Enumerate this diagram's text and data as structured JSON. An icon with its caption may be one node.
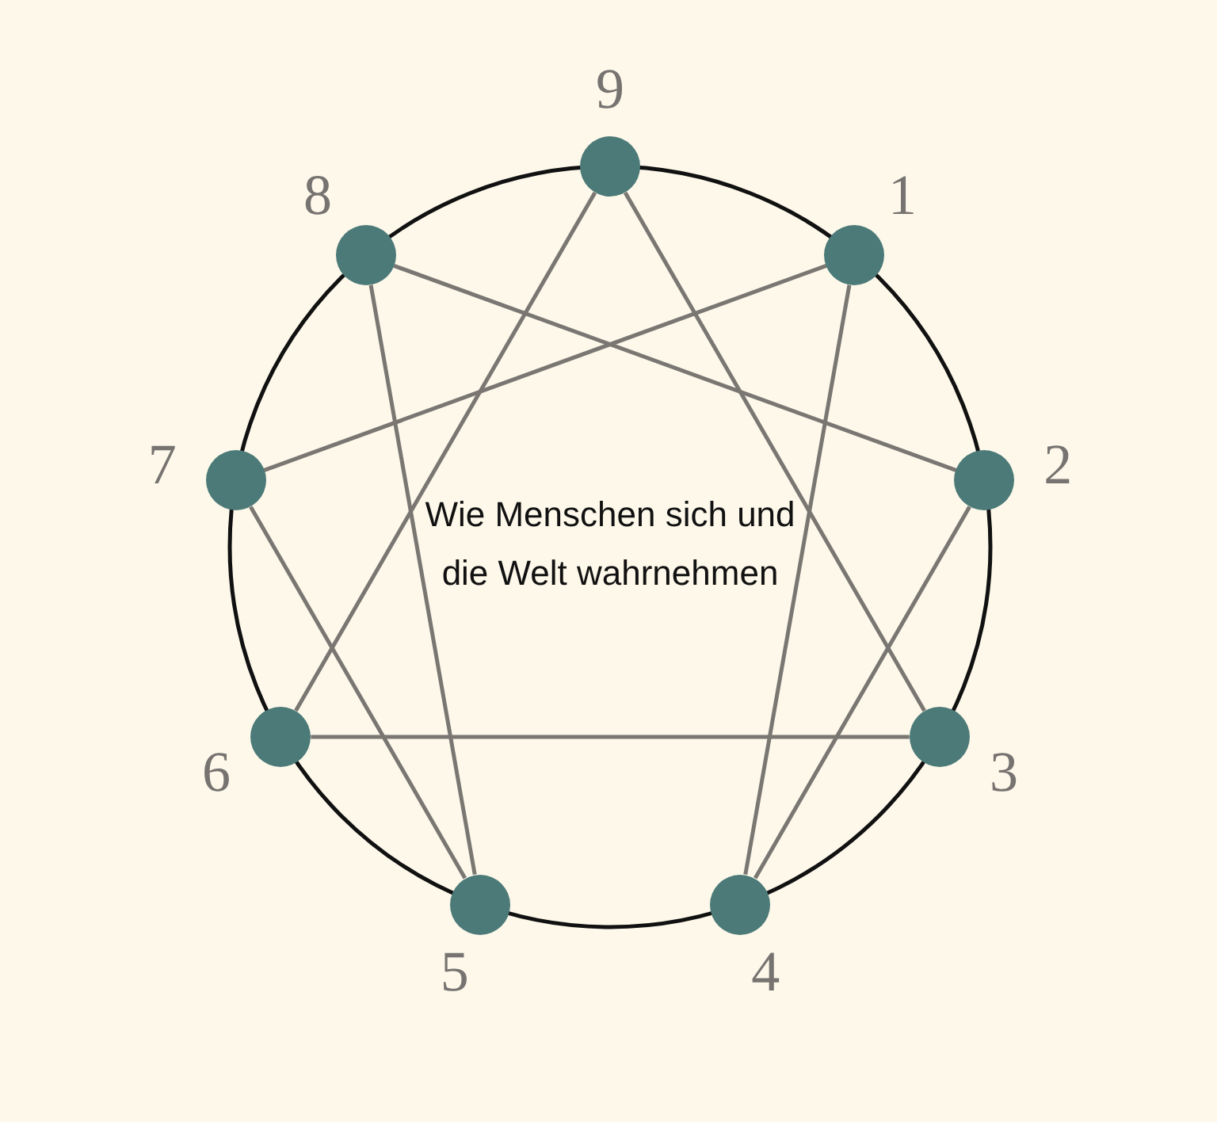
{
  "diagram": {
    "nodes": [
      {
        "text": [],
        "shape": "circle",
        "beside": [
          "9"
        ]
      },
      {
        "text": [],
        "shape": "circle",
        "beside": [
          "8"
        ]
      },
      {
        "text": [],
        "shape": "circle",
        "beside": [
          "1"
        ]
      },
      {
        "text": [],
        "shape": "circle",
        "beside": [
          "7"
        ]
      },
      {
        "text": [],
        "shape": "circle",
        "beside": [
          "2"
        ]
      },
      {
        "text": [],
        "shape": "circle",
        "beside": [
          "6"
        ]
      },
      {
        "text": [],
        "shape": "circle",
        "beside": [
          "3"
        ]
      },
      {
        "text": [],
        "shape": "circle",
        "beside": [
          "5"
        ]
      },
      {
        "text": [],
        "shape": "circle",
        "beside": [
          "4"
        ]
      }
    ],
    "edges": [
      {
        "from": 2,
        "to": 8,
        "arrow": "none"
      },
      {
        "from": 8,
        "to": 4,
        "arrow": "none"
      },
      {
        "from": 4,
        "to": 1,
        "arrow": "none"
      },
      {
        "from": 1,
        "to": 7,
        "arrow": "none"
      },
      {
        "from": 7,
        "to": 3,
        "arrow": "none"
      },
      {
        "from": 3,
        "to": 2,
        "arrow": "none"
      },
      {
        "from": 0,
        "to": 6,
        "arrow": "none"
      },
      {
        "from": 6,
        "to": 5,
        "arrow": "none"
      },
      {
        "from": 5,
        "to": 0,
        "arrow": "none"
      }
    ],
    "labels": [
      "Wie Menschen sich und die Welt wahrnehmen"
    ]
  }
}
